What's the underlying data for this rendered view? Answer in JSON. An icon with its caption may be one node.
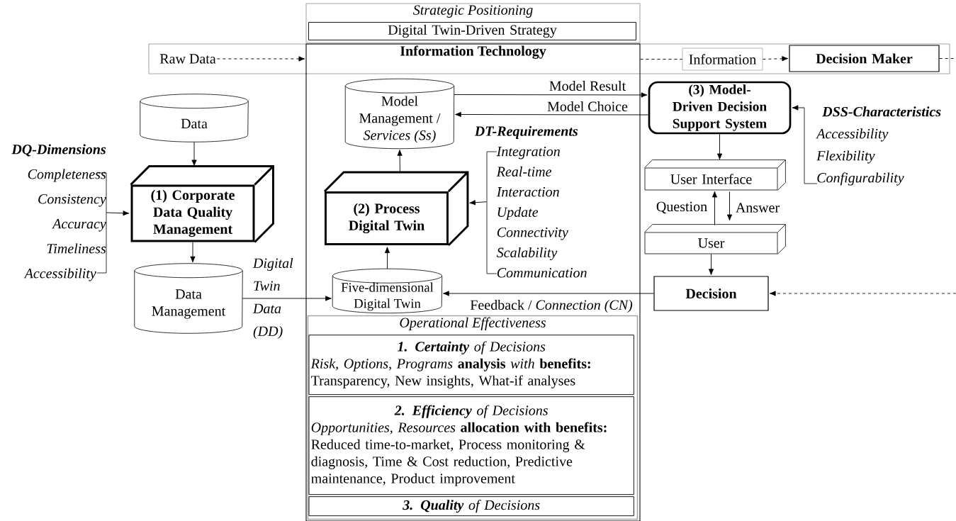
{
  "diagram": {
    "nodes": [
      {
        "text": [
          "Strategic Positioning"
        ]
      },
      {
        "text": [
          "Digital Twin-Driven Strategy"
        ],
        "in": 0
      },
      {
        "text": [
          "Raw Data"
        ]
      },
      {
        "text": [
          "Information Technology"
        ]
      },
      {
        "text": [
          "Information"
        ]
      },
      {
        "text": [
          "Decision Maker"
        ]
      },
      {
        "text": [
          "Data"
        ]
      },
      {
        "text": [
          "(1) Corporate Data Quality Management"
        ]
      },
      {
        "text": [
          "DQ-Dimensions",
          "Completeness",
          "Consistency",
          "Accuracy",
          "Timeliness",
          "Accessibility"
        ]
      },
      {
        "text": [
          "Data Management"
        ]
      },
      {
        "text": [
          "Model Management / *Services (Ss)*"
        ],
        "in": 3
      },
      {
        "text": [
          "(2) Process Digital Twin"
        ],
        "in": 3
      },
      {
        "text": [
          "DT-Requirements",
          "Integration",
          "Real-time",
          "Interaction",
          "Update",
          "Connectivity",
          "Scalability",
          "Communication"
        ],
        "in": 3
      },
      {
        "text": [
          "Five-dimensional Digital Twin"
        ],
        "in": 3
      },
      {
        "text": [
          "Operational Effectiveness"
        ],
        "in": 3
      },
      {
        "text": [
          "**1. Certainty** of Decisions",
          "*Risk, Options, Programs* **analysis** *with* **benefits:** Transparency, New insights, What-if analyses"
        ],
        "in": 14
      },
      {
        "text": [
          "**2. Efficiency** of Decisions",
          "*Opportunities, Resources* **allocation with benefits:** Reduced time-to-market, Process monitoring & diagnosis, Time & Cost reduction, Predictive maintenance, Product improvement"
        ],
        "in": 14
      },
      {
        "text": [
          "**3. Quality** of Decisions"
        ],
        "in": 14
      },
      {
        "text": [
          "(3) Model-Driven Decision Support System"
        ]
      },
      {
        "text": [
          "DSS-Characteristics",
          "Accessibility",
          "Flexibility",
          "Configurability"
        ]
      },
      {
        "text": [
          "User Interface"
        ]
      },
      {
        "text": [
          "User"
        ]
      },
      {
        "text": [
          "Decision"
        ]
      }
    ],
    "edges": [
      {
        "from": 2,
        "to": 3,
        "arrow": "to",
        "style": "dashed"
      },
      {
        "from": 3,
        "to": 4,
        "arrow": "none",
        "style": "dashed"
      },
      {
        "from": 4,
        "to": 5,
        "arrow": "to",
        "style": "dashed"
      },
      {
        "from": 5,
        "to": null,
        "arrow": "none",
        "style": "dashed"
      },
      {
        "from": 6,
        "to": 7,
        "arrow": "to"
      },
      {
        "from": 8,
        "to": 7,
        "arrow": "to"
      },
      {
        "from": 7,
        "to": 9,
        "arrow": "to"
      },
      {
        "from": 9,
        "to": 13,
        "arrow": "to",
        "label": "Digital Twin Data (DD)"
      },
      {
        "from": 13,
        "to": 11,
        "arrow": "to"
      },
      {
        "from": 11,
        "to": 10,
        "arrow": "to"
      },
      {
        "from": 12,
        "to": 11,
        "arrow": "to"
      },
      {
        "from": 10,
        "to": 18,
        "arrow": "to",
        "label": "Model Result"
      },
      {
        "from": 18,
        "to": 10,
        "arrow": "to",
        "label": "Model Choice"
      },
      {
        "from": 19,
        "to": 18,
        "arrow": "to"
      },
      {
        "from": 18,
        "to": 20,
        "arrow": "to"
      },
      {
        "from": 21,
        "to": 20,
        "arrow": "to",
        "label": "Question"
      },
      {
        "from": 20,
        "to": 21,
        "arrow": "to",
        "label": "Answer"
      },
      {
        "from": 21,
        "to": 22,
        "arrow": "to"
      },
      {
        "from": 22,
        "to": 13,
        "arrow": "to",
        "label": "Feedback / *Connection (CN)*"
      },
      {
        "from": null,
        "to": 22,
        "arrow": "to",
        "style": "dashed"
      }
    ]
  }
}
